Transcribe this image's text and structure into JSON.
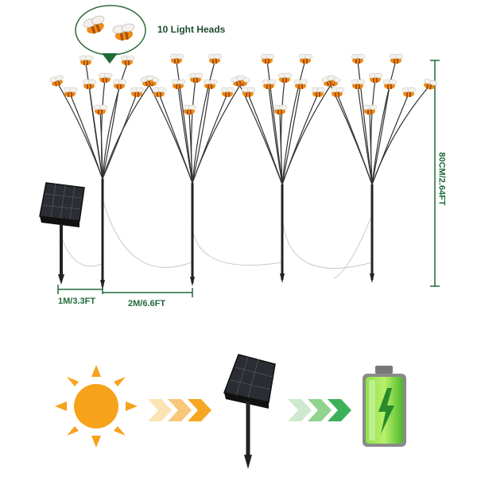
{
  "callout": {
    "label": "10 Light Heads"
  },
  "dimensions": {
    "spacing_first": "1M/3.3FT",
    "spacing_between": "2M/6.6FT",
    "height": "80CM/2.64FT"
  },
  "colors": {
    "accent_green": "#1e6b3a",
    "arrow_orange": "#f5a623",
    "arrow_green": "#3cb15a",
    "sun": "#f7a21b",
    "battery": "#6fd13a"
  },
  "icons": [
    "sun-icon",
    "solar-panel-icon",
    "battery-charging-icon",
    "bee-light-head-icon"
  ]
}
